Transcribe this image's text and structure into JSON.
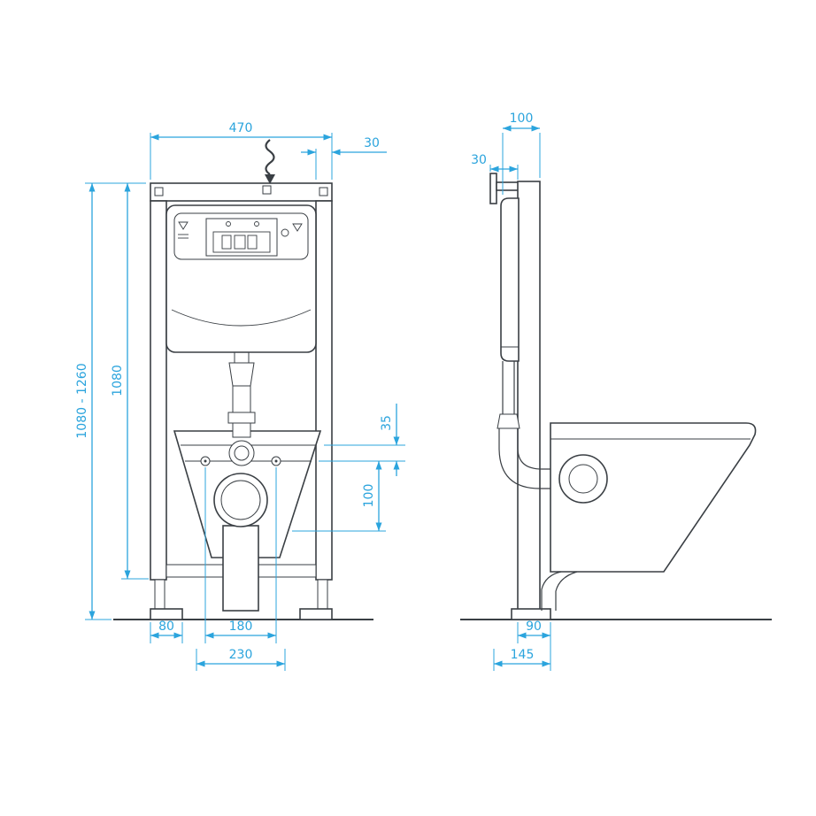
{
  "front": {
    "width_top": "470",
    "rail_offset": "30",
    "height_range": "1080 - 1260",
    "frame_height": "1080",
    "fixing_gap": "35",
    "outlet_drop": "100",
    "foot_width": "80",
    "fixing_spacing": "180",
    "outlet_width": "230"
  },
  "side": {
    "frame_depth": "100",
    "bracket_depth": "30",
    "base_depth": "90",
    "floor_depth": "145"
  },
  "colors": {
    "line": "#3a3f44",
    "dimension": "#2ba4dd",
    "background": "#ffffff"
  }
}
